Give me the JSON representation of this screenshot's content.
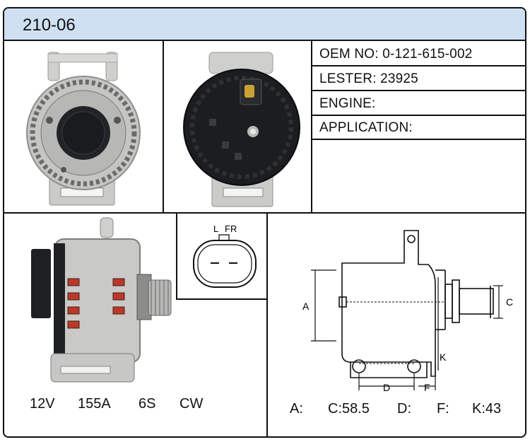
{
  "header": {
    "title": "210-06"
  },
  "specs": {
    "oem": {
      "label": "OEM NO:",
      "value": "0-121-615-002"
    },
    "lester": {
      "label": "LESTER:",
      "value": "23925"
    },
    "engine": {
      "label": "ENGINE:",
      "value": ""
    },
    "application": {
      "label": "APPLICATION:",
      "value": ""
    }
  },
  "ratings": {
    "voltage": "12V",
    "amperage": "155A",
    "pulley": "6S",
    "rotation": "CW"
  },
  "connector": {
    "pin_left": "L",
    "pin_right": "FR"
  },
  "dimensions": {
    "labels": {
      "a": "A",
      "c": "C",
      "d": "D",
      "f": "F",
      "k": "K"
    },
    "values": {
      "a": "A:",
      "c": "C:58.5",
      "d": "D:",
      "f": "F:",
      "k": "K:43"
    }
  },
  "colors": {
    "header_bg": "#cfe0f3",
    "border": "#111111",
    "body_metal": "#c9c9c7",
    "cover_black": "#1c1d20",
    "winding_red": "#b83a2a"
  }
}
